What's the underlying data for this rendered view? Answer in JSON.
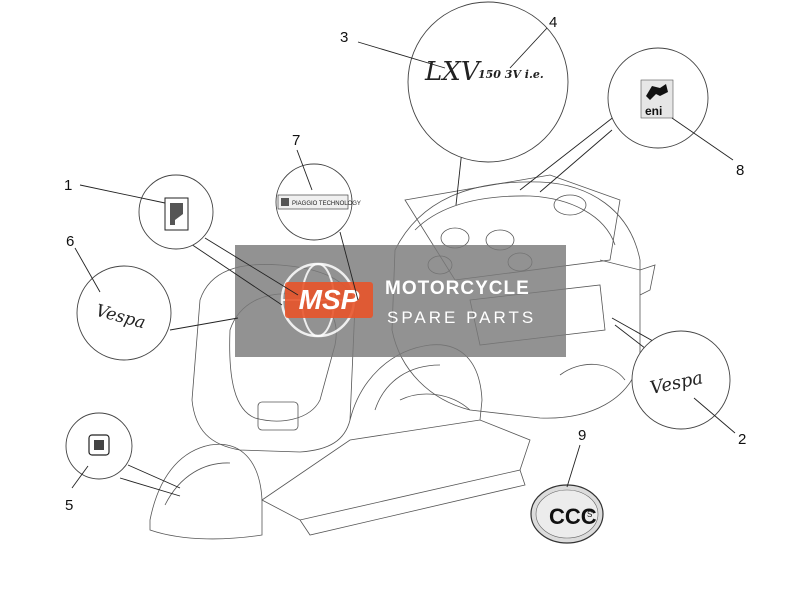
{
  "callouts": [
    {
      "id": "1",
      "label": "1"
    },
    {
      "id": "2",
      "label": "2"
    },
    {
      "id": "3",
      "label": "3"
    },
    {
      "id": "4",
      "label": "4"
    },
    {
      "id": "5",
      "label": "5"
    },
    {
      "id": "6",
      "label": "6"
    },
    {
      "id": "7",
      "label": "7"
    },
    {
      "id": "8",
      "label": "8"
    },
    {
      "id": "9",
      "label": "9"
    }
  ],
  "decals": {
    "model_badge": "LXV",
    "engine_badge": "150 3V i.e.",
    "fuel_brand": "eni",
    "tech_plate": "PIAGGIO TECHNOLOGY",
    "script_logo": "Vespa",
    "cert_mark": "CCC",
    "cert_suffix": "S"
  },
  "watermark": {
    "badge": "MSP",
    "title": "MOTORCYCLE",
    "subtitle": "SPARE PARTS"
  },
  "colors": {
    "watermark_box": "#7a7a7a",
    "watermark_badge": "#e8542a",
    "line": "#222222",
    "sketch": "#666666"
  }
}
